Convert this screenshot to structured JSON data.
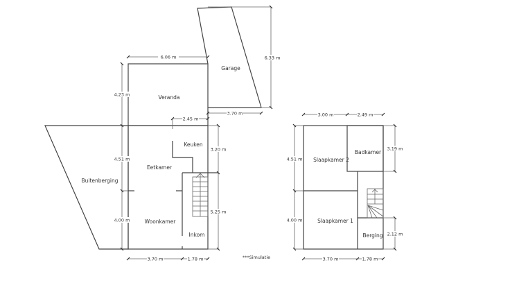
{
  "rooms": {
    "garage": "Garage",
    "veranda": "Veranda",
    "keuken": "Keuken",
    "eetkamer": "Eetkamer",
    "buitenberging": "Buitenberging",
    "woonkamer": "Woonkamer",
    "inkom": "Inkom",
    "slaapkamer2": "Slaapkamer 2",
    "badkamer": "Badkamer",
    "slaapkamer1": "Slaapkamer 1",
    "berging": "Berging"
  },
  "dimensions": {
    "ground": {
      "veranda_width": "6.06 m",
      "veranda_depth": "4.23 m",
      "garage_depth": "6.33 m",
      "garage_width": "3.70 m",
      "keuken_width": "2.45 m",
      "keuken_depth": "3.20 m",
      "eetkamer_depth": "4.51 m",
      "woonkamer_depth": "4.00 m",
      "inkom_depth": "5.25 m",
      "woonkamer_width": "3.70 m",
      "inkom_width": "1.78 m"
    },
    "upper": {
      "slaapkamer2_width": "3.00 m",
      "badkamer_width": "2.49 m",
      "slaapkamer2_depth": "4.51 m",
      "slaapkamer1_depth": "4.00 m",
      "badkamer_depth": "3.19 m",
      "berging_depth": "2.12 m",
      "slaapkamer1_width": "3.70 m",
      "berging_width": "1.78 m"
    }
  },
  "note": "***Simulatie"
}
